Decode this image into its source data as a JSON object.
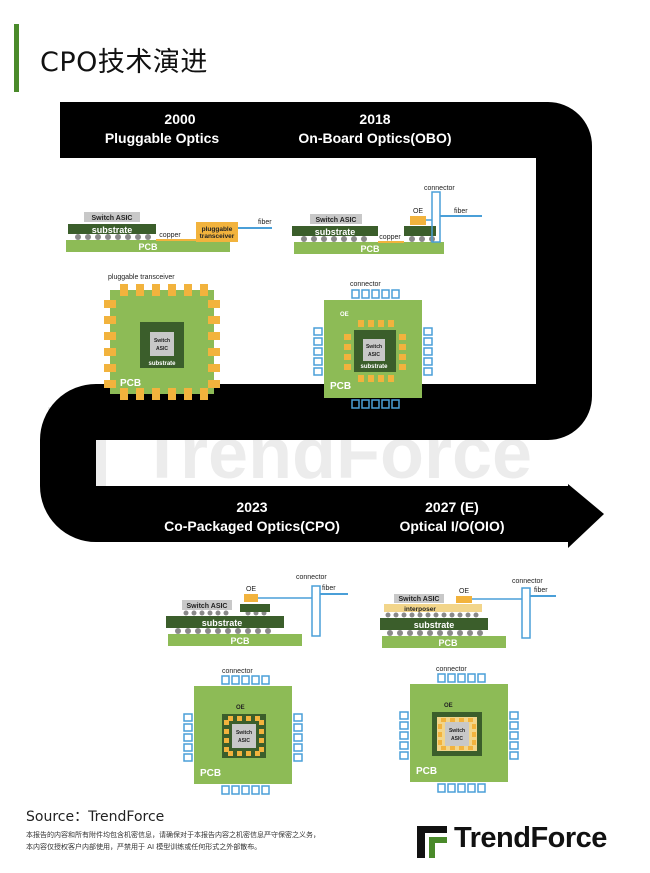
{
  "page": {
    "title": "CPO技术演进",
    "source": "Source：TrendForce",
    "disclaimer_1": "本报告的内容和所有附件均包含机密信息，请确保对于本报告内容之机密信息严守保密之义务，",
    "disclaimer_2": "本内容仅授权客户内部使用，严禁用于 AI 模型训练或任何形式之外部散布。",
    "watermark": "TrendForce",
    "logo_text": "TrendForce"
  },
  "colors": {
    "track": "#000000",
    "pcb": "#8dbb56",
    "substrate": "#3b5e2b",
    "asic": "#c8c8c8",
    "transceiver": "#f2b33d",
    "fiber": "#4a9fd8",
    "ball": "#8a8a8a",
    "accent_bar": "#4a8a2a"
  },
  "stages": [
    {
      "year": "2000",
      "name": "Pluggable Optics",
      "side_labels": {
        "asic": "Switch ASIC",
        "substrate": "substrate",
        "pcb": "PCB",
        "copper": "copper",
        "transceiver": "pluggable\ntransceiver",
        "fiber": "fiber"
      },
      "top_labels": {
        "transceiver": "pluggable transceiver",
        "asic": "Switch\nASIC",
        "substrate": "substrate",
        "pcb": "PCB"
      }
    },
    {
      "year": "2018",
      "name": "On-Board Optics(OBO)",
      "side_labels": {
        "asic": "Switch ASIC",
        "substrate": "substrate",
        "pcb": "PCB",
        "copper": "copper",
        "oe": "OE",
        "fiber": "fiber",
        "connector": "connector"
      },
      "top_labels": {
        "connector": "connector",
        "oe": "OE",
        "asic": "Switch\nASIC",
        "substrate": "substrate",
        "pcb": "PCB"
      }
    },
    {
      "year": "2023",
      "name": "Co-Packaged Optics(CPO)",
      "side_labels": {
        "asic": "Switch ASIC",
        "substrate": "substrate",
        "pcb": "PCB",
        "oe": "OE",
        "fiber": "fiber",
        "connector": "connector"
      },
      "top_labels": {
        "connector": "connector",
        "oe": "OE",
        "asic": "Switch\nASIC",
        "pcb": "PCB"
      }
    },
    {
      "year": "2027 (E)",
      "name": "Optical I/O(OIO)",
      "side_labels": {
        "asic": "Switch ASIC",
        "interposer": "interposer",
        "substrate": "substrate",
        "pcb": "PCB",
        "oe": "OE",
        "fiber": "fiber",
        "connector": "connector"
      },
      "top_labels": {
        "connector": "connector",
        "oe": "OE",
        "asic": "Switch\nASIC",
        "pcb": "PCB"
      }
    }
  ]
}
